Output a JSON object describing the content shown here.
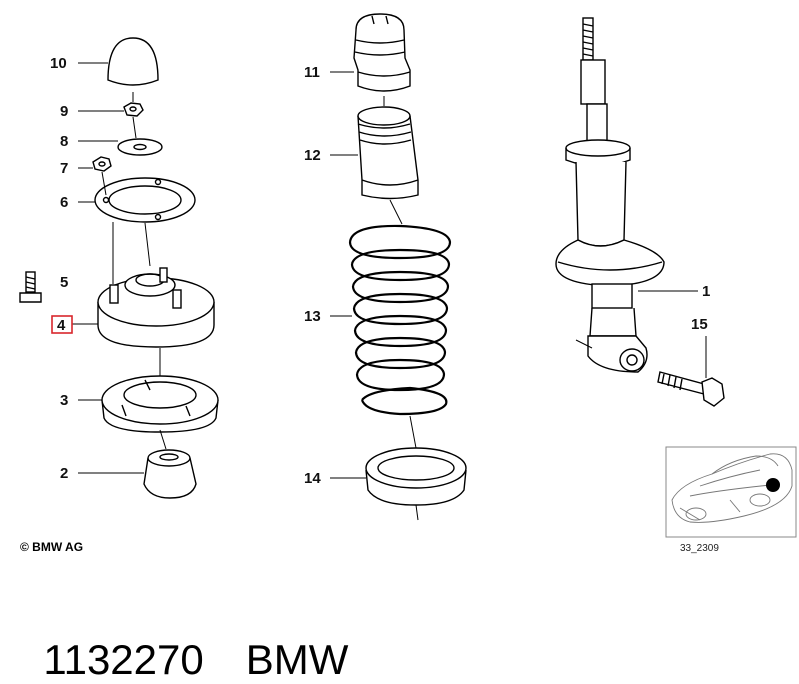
{
  "callouts": {
    "c1": "1",
    "c2": "2",
    "c3": "3",
    "c4": "4",
    "c5": "5",
    "c6": "6",
    "c7": "7",
    "c8": "8",
    "c9": "9",
    "c10": "10",
    "c11": "11",
    "c12": "12",
    "c13": "13",
    "c14": "14",
    "c15": "15"
  },
  "highlight_color": "#d9262c",
  "copyright": "© BMW AG",
  "diagram_code": "33_2309",
  "part_number": "1132270",
  "brand": "BMW"
}
